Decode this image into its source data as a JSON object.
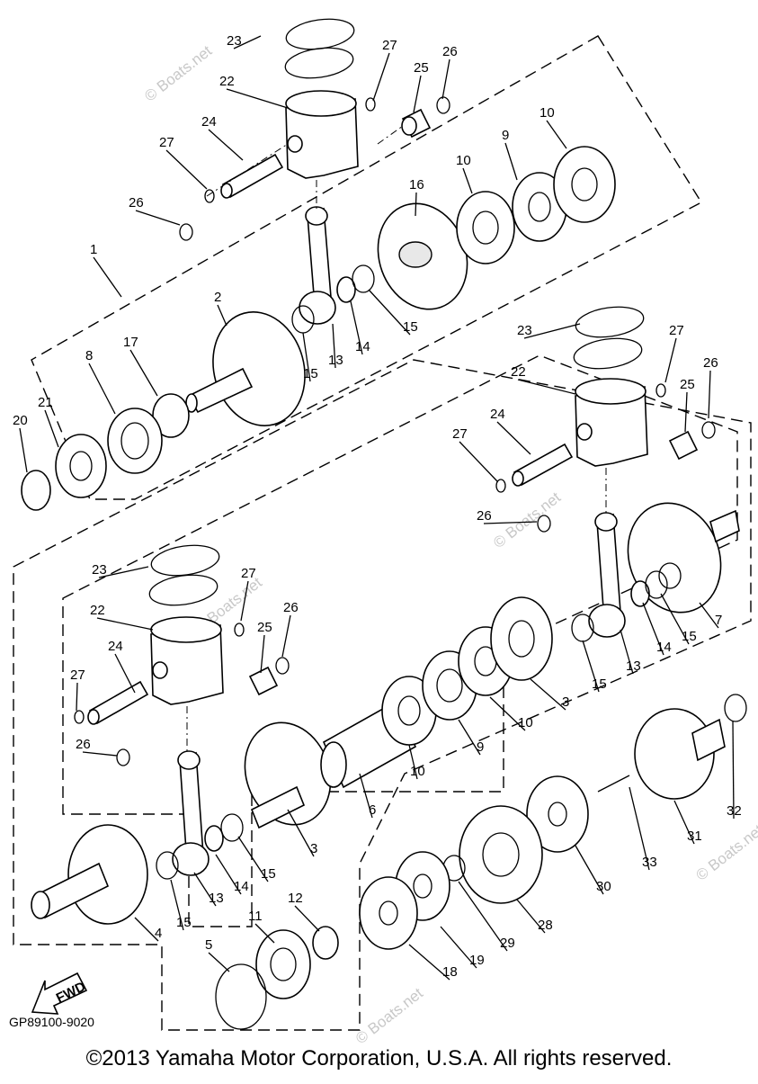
{
  "diagram": {
    "drawing_code": "GP89100-9020",
    "copyright": "©2013 Yamaha Motor Corporation, U.S.A. All rights reserved.",
    "fwd_label": "FWD",
    "watermark": "© Boats.net",
    "callouts": [
      {
        "id": "c23a",
        "text": "23"
      },
      {
        "id": "c27a",
        "text": "27"
      },
      {
        "id": "c26a",
        "text": "26"
      },
      {
        "id": "c25a",
        "text": "25"
      },
      {
        "id": "c22a",
        "text": "22"
      },
      {
        "id": "c10a",
        "text": "10"
      },
      {
        "id": "c24a",
        "text": "24"
      },
      {
        "id": "c9a",
        "text": "9"
      },
      {
        "id": "c10b",
        "text": "10"
      },
      {
        "id": "c27b",
        "text": "27"
      },
      {
        "id": "c16",
        "text": "16"
      },
      {
        "id": "c26b",
        "text": "26"
      },
      {
        "id": "c1",
        "text": "1"
      },
      {
        "id": "c2",
        "text": "2"
      },
      {
        "id": "c15a",
        "text": "15"
      },
      {
        "id": "c17",
        "text": "17"
      },
      {
        "id": "c8",
        "text": "8"
      },
      {
        "id": "c15b",
        "text": "15"
      },
      {
        "id": "c13a",
        "text": "13"
      },
      {
        "id": "c14a",
        "text": "14"
      },
      {
        "id": "c21",
        "text": "21"
      },
      {
        "id": "c20",
        "text": "20"
      },
      {
        "id": "c23b",
        "text": "23"
      },
      {
        "id": "c27c",
        "text": "27"
      },
      {
        "id": "c26c",
        "text": "26"
      },
      {
        "id": "c22b",
        "text": "22"
      },
      {
        "id": "c25b",
        "text": "25"
      },
      {
        "id": "c24b",
        "text": "24"
      },
      {
        "id": "c27d",
        "text": "27"
      },
      {
        "id": "c26d",
        "text": "26"
      },
      {
        "id": "c23c",
        "text": "23"
      },
      {
        "id": "c27e",
        "text": "27"
      },
      {
        "id": "c22c",
        "text": "22"
      },
      {
        "id": "c26e",
        "text": "26"
      },
      {
        "id": "c25c",
        "text": "25"
      },
      {
        "id": "c24c",
        "text": "24"
      },
      {
        "id": "c27f",
        "text": "27"
      },
      {
        "id": "c7",
        "text": "7"
      },
      {
        "id": "c15c",
        "text": "15"
      },
      {
        "id": "c14b",
        "text": "14"
      },
      {
        "id": "c13b",
        "text": "13"
      },
      {
        "id": "c15d",
        "text": "15"
      },
      {
        "id": "c3a",
        "text": "3"
      },
      {
        "id": "c10c",
        "text": "10"
      },
      {
        "id": "c9b",
        "text": "9"
      },
      {
        "id": "c10d",
        "text": "10"
      },
      {
        "id": "c26f",
        "text": "26"
      },
      {
        "id": "c6",
        "text": "6"
      },
      {
        "id": "c32",
        "text": "32"
      },
      {
        "id": "c31",
        "text": "31"
      },
      {
        "id": "c33",
        "text": "33"
      },
      {
        "id": "c3b",
        "text": "3"
      },
      {
        "id": "c30",
        "text": "30"
      },
      {
        "id": "c15e",
        "text": "15"
      },
      {
        "id": "c14c",
        "text": "14"
      },
      {
        "id": "c13c",
        "text": "13"
      },
      {
        "id": "c12",
        "text": "12"
      },
      {
        "id": "c28",
        "text": "28"
      },
      {
        "id": "c29",
        "text": "29"
      },
      {
        "id": "c11",
        "text": "11"
      },
      {
        "id": "c4",
        "text": "4"
      },
      {
        "id": "c15f",
        "text": "15"
      },
      {
        "id": "c5",
        "text": "5"
      },
      {
        "id": "c19",
        "text": "19"
      },
      {
        "id": "c18",
        "text": "18"
      }
    ]
  }
}
